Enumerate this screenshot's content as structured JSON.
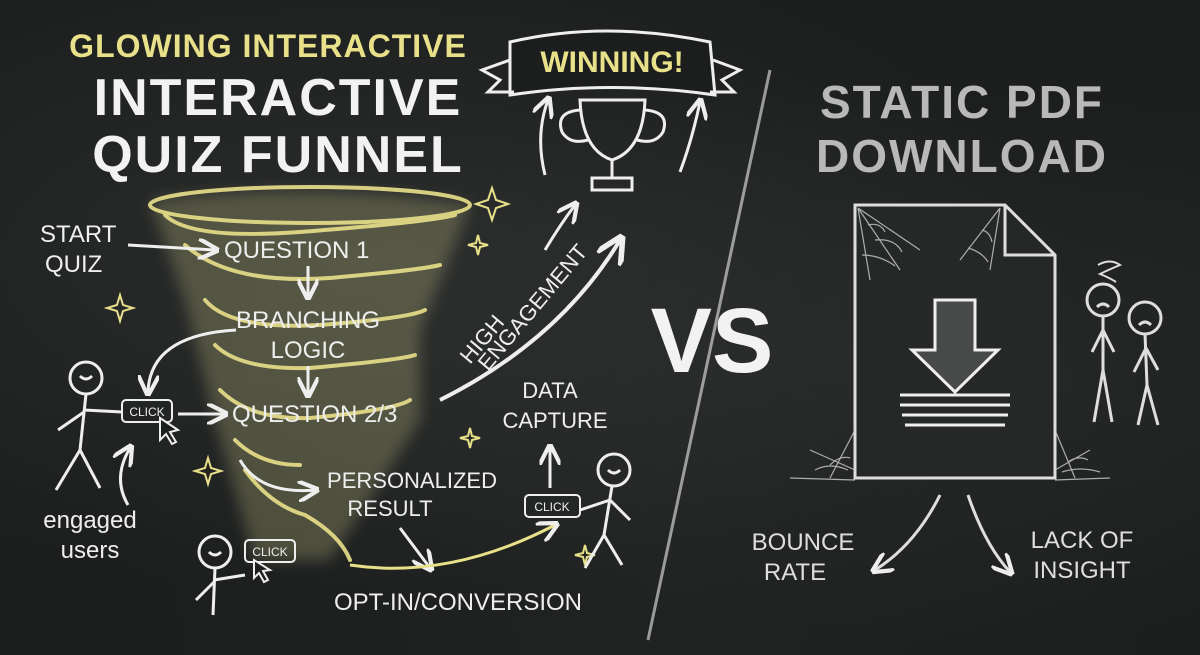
{
  "left": {
    "subtitle": "GLOWING INTERACTIVE",
    "title_line1": "INTERACTIVE",
    "title_line2": "QUIZ FUNNEL",
    "banner": "WINNING!",
    "start_line1": "START",
    "start_line2": "QUIZ",
    "question1": "QUESTION 1",
    "branching_line1": "BRANCHING",
    "branching_line2": "LOGIC",
    "question23": "QUESTION 2/3",
    "personalized_line1": "PERSONALIZED",
    "personalized_line2": "RESULT",
    "optin": "OPT-IN/CONVERSION",
    "high": "HIGH",
    "engagement": "ENGAGEMENT",
    "data_line1": "DATA",
    "data_line2": "CAPTURE",
    "engaged_line1": "engaged",
    "engaged_line2": "users",
    "click": "CLICK"
  },
  "vs": "VS",
  "right": {
    "title_line1": "STATIC PDF",
    "title_line2": "DOWNLOAD",
    "bounce_line1": "BOUNCE",
    "bounce_line2": "RATE",
    "lack_line1": "LACK OF",
    "lack_line2": "INSIGHT"
  },
  "colors": {
    "chalk": "#eeeeee",
    "chalk_yellow": "#e9e08a",
    "glow": "#f3eda0",
    "board": "#1c1e1e",
    "dim_chalk": "#b8b8b8"
  }
}
